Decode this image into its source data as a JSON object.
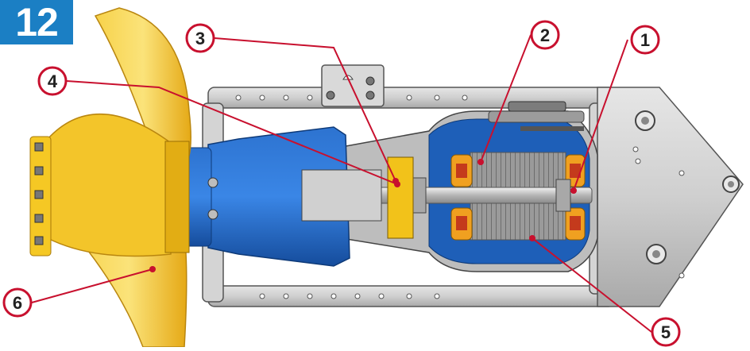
{
  "figure": {
    "number": "12"
  },
  "callouts": [
    "1",
    "2",
    "3",
    "4",
    "5",
    "6"
  ],
  "colors": {
    "badge": "#1b7fc4",
    "callout_ring": "#c8102e",
    "leader": "#c8102e",
    "propeller": "#f2c21a",
    "gearbox": "#1e5fb8",
    "frame": "#c7c7c7",
    "winding": "#f0a020"
  }
}
